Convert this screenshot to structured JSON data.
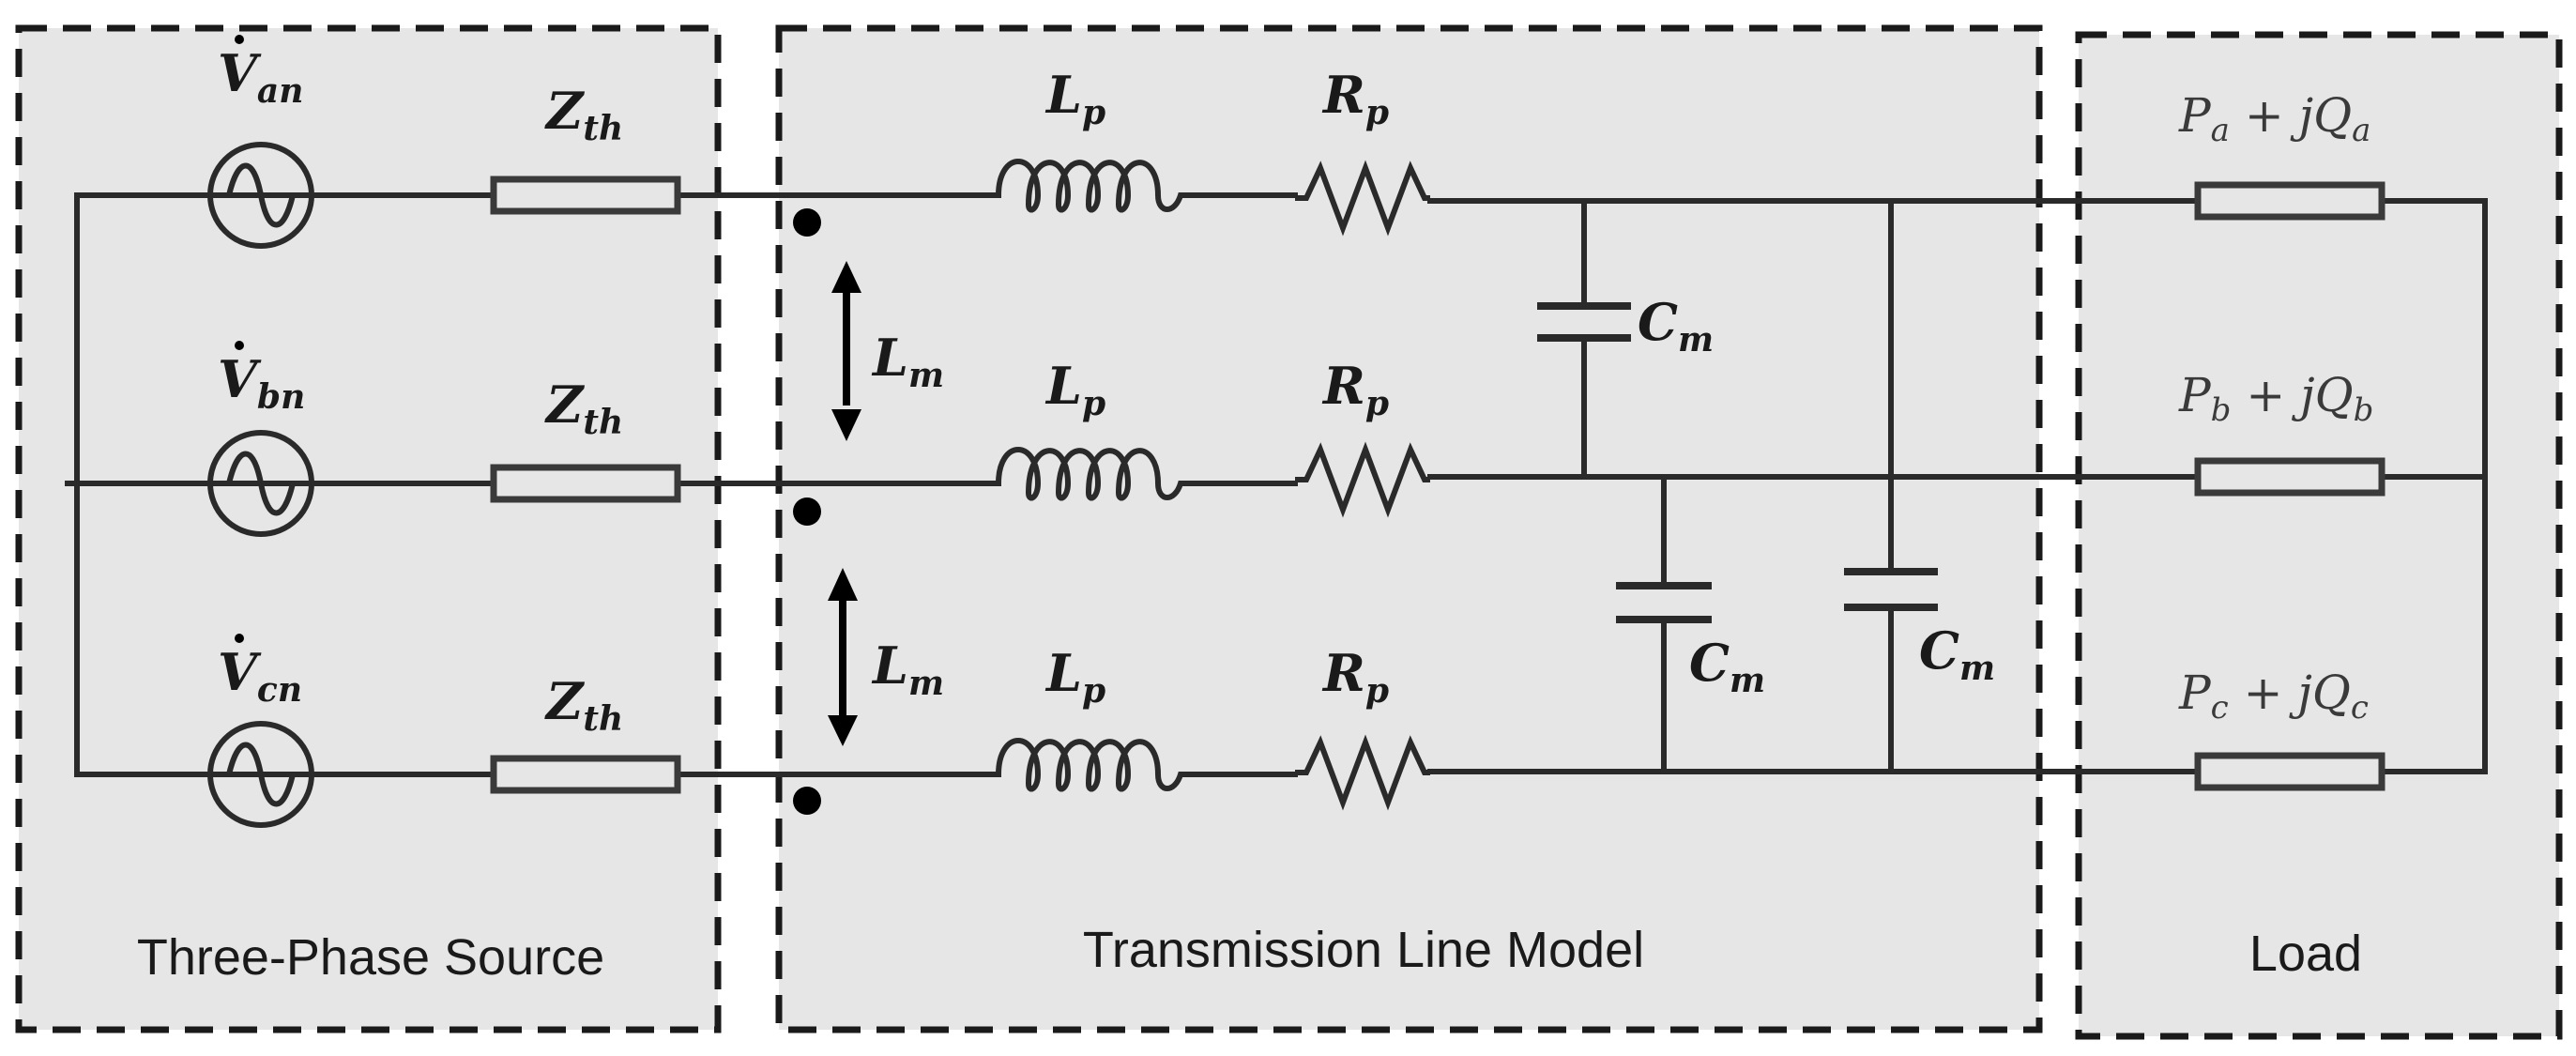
{
  "sections": {
    "source": {
      "title": "Three-Phase Source"
    },
    "line": {
      "title": "Transmission Line Model"
    },
    "load": {
      "title": "Load"
    }
  },
  "source": {
    "phases": [
      {
        "base": "V",
        "sub": "an"
      },
      {
        "base": "V",
        "sub": "bn"
      },
      {
        "base": "V",
        "sub": "cn"
      }
    ],
    "impedance": {
      "base": "Z",
      "sub": "th"
    }
  },
  "line": {
    "inductor": {
      "base": "L",
      "sub": "p"
    },
    "resistor": {
      "base": "R",
      "sub": "p"
    },
    "mutual_inductance": {
      "base": "L",
      "sub": "m"
    },
    "mutual_capacitance": {
      "base": "C",
      "sub": "m"
    }
  },
  "load": {
    "phases": [
      {
        "p": "P",
        "p_sub": "a",
        "op": " + j",
        "q": "Q",
        "q_sub": "a"
      },
      {
        "p": "P",
        "p_sub": "b",
        "op": " + j",
        "q": "Q",
        "q_sub": "b"
      },
      {
        "p": "P",
        "p_sub": "c",
        "op": " + j",
        "q": "Q",
        "q_sub": "c"
      }
    ]
  }
}
